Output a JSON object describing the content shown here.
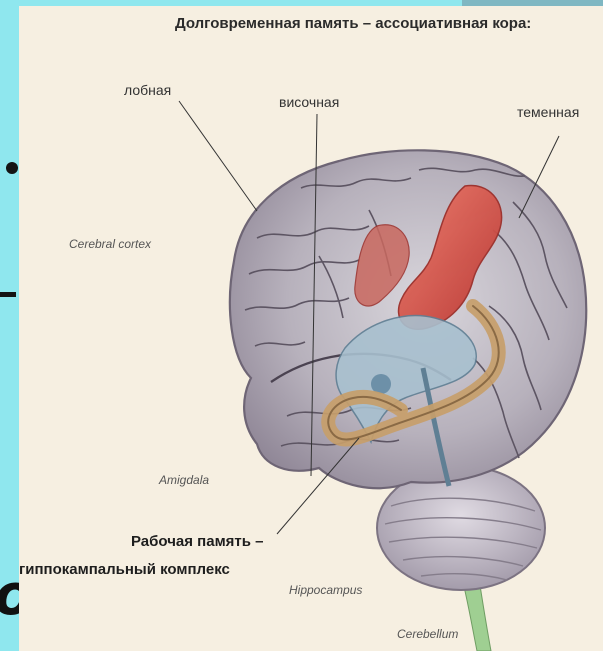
{
  "figure": {
    "heading": "Долговременная память – ассоциативная кора:",
    "labels": {
      "frontal": "лобная",
      "temporal": "височная",
      "parietal": "теменная",
      "cerebral_cortex": "Cerebral cortex",
      "amygdala": "Amigdala",
      "working_memory_line1": "Рабочая память –",
      "working_memory_line2": "гиппокампальный комплекс",
      "hippocampus": "Hippocampus",
      "cerebellum": "Cerebellum"
    }
  },
  "slide_fragment": {
    "visible_glyph": "о"
  },
  "colors": {
    "slide_background": "#8fe7ee",
    "figure_background": "#f6efe1",
    "parietal_highlight": "#d84a40",
    "hippocampus_tone": "#c79e6a",
    "ventricle_tone": "#7d9fb6"
  }
}
